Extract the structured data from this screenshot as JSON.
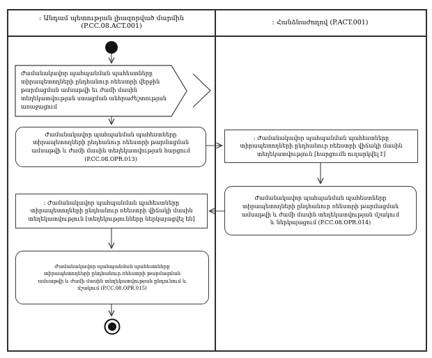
{
  "lanes": {
    "left": {
      "title": ": Անդամ պետության լիազորված մարմին (P.CC.08.ACT.001)"
    },
    "right": {
      "title": ": Հանձնաժողով (P.ACT.001)"
    }
  },
  "nodes": {
    "signal_need": {
      "text": "Ժամանակավոր պահպանման պահեստները տիրապետողների ընդհանուր ռեեստրի վերջին թարմացման ամսաթվի եւ ժամի մասին տեղեկատվության ստացման անհրաժեշտության առաջացում"
    },
    "action_request": {
      "text": "Ժամանակավոր պահպանման պահեստները տիրապետողների ընդհանուր ռեեստրի թարմացման ամսաթվի և ժամի մասին տեղեկատվության հարցում (P.CC.08.OPR.013)"
    },
    "object_request_sent": {
      "text": ": Ժամանակավոր պահպանման պահեստները տիրապետողների ընդհանուր ռեեստրի վիճակի մասին տեղեկատվություն [հարցումն ուղարկվել է]"
    },
    "action_process_present": {
      "text": "Ժամանակավոր պահպանման պահեստները տիրապետողների ընդհանուր ռեեստրի թարմացման ամսաթվի և ժամի մասին տեղեկատվության մշակում և ներկայացում (P.CC.08.OPR.014)"
    },
    "object_info_presented": {
      "text": ": Ժամանակավոր պահպանման պահեստները տիրապետողների ընդհանուր ռեեստրի վիճակի մասին տեղեկատվություն [տեղեկությունները ներկայացվել են]"
    },
    "action_receive_process": {
      "text": "Ժամանակավոր պահպանման պահեստները տիրապետողների ընդհանուր ռեեստրի թարմացման ամսաթվի և ժամի մասին տեղեկատվության ընդունում և մշակում (P.CC.08.OPR.015)"
    }
  },
  "colors": {
    "border": "#2e2e2e",
    "shape_stroke": "#3c3c3c",
    "node_fill": "#111111",
    "text": "#000000",
    "background": "#ffffff"
  }
}
